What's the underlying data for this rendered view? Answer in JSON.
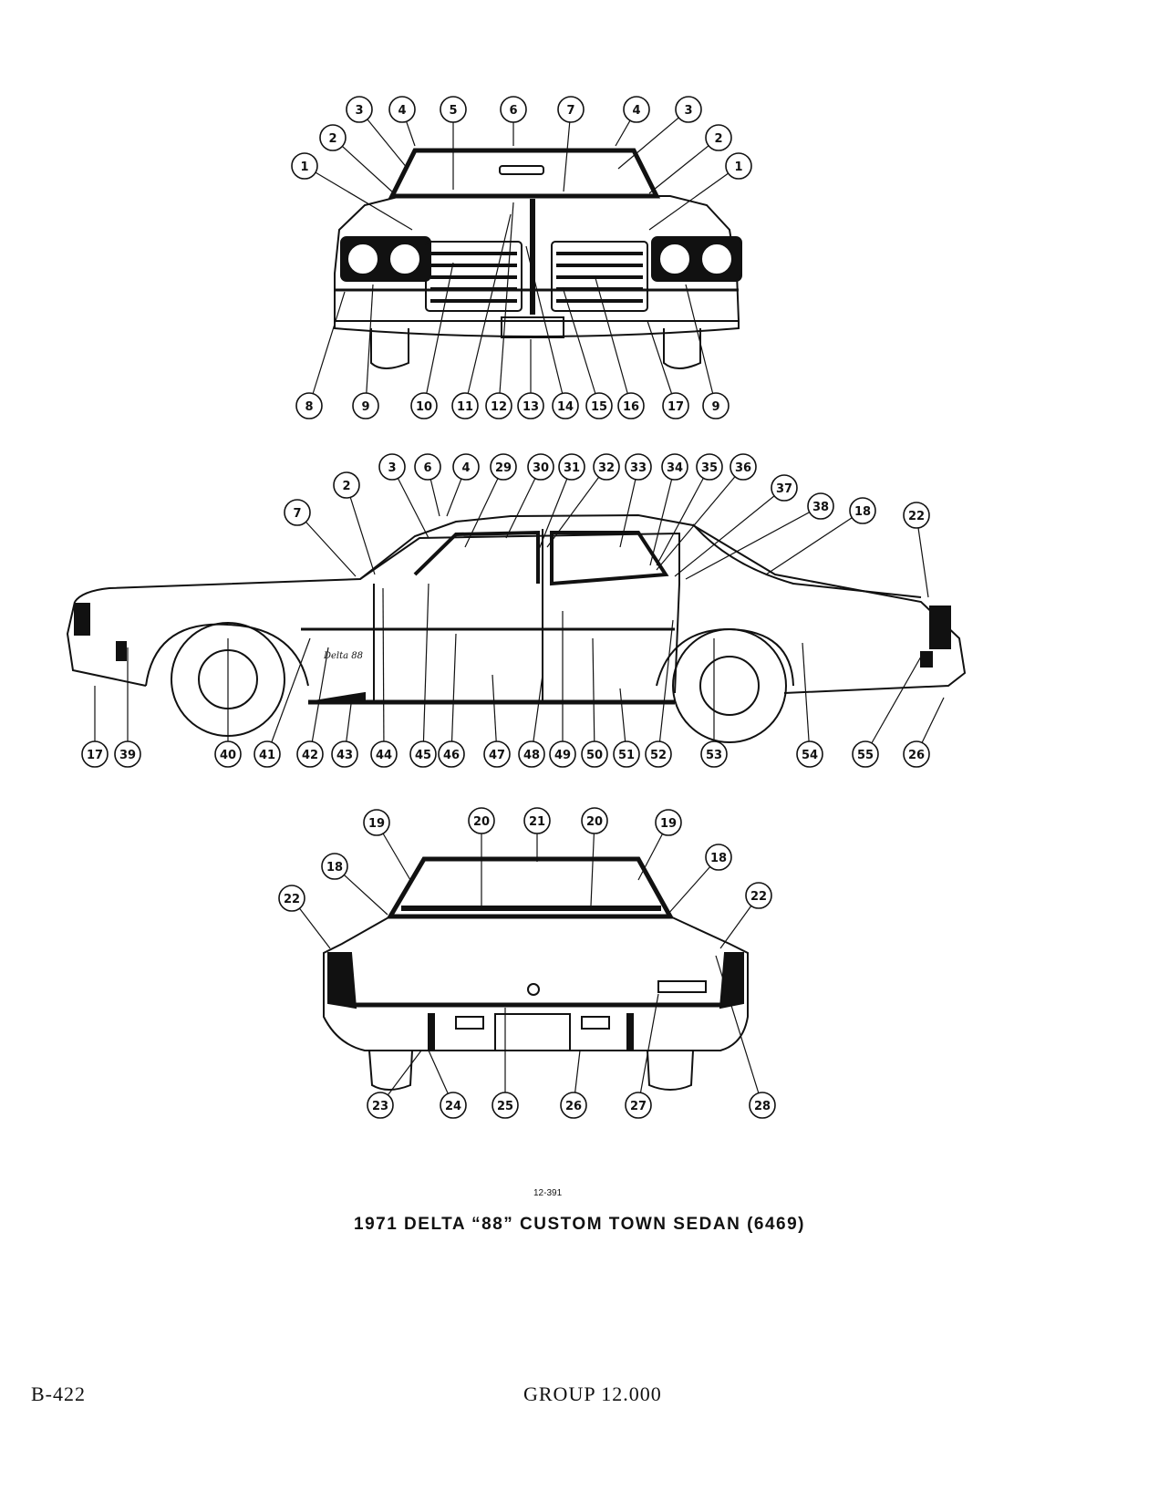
{
  "callouts": {
    "front": [
      "1",
      "1",
      "2",
      "2",
      "3",
      "3",
      "4",
      "4",
      "5",
      "6",
      "7",
      "8",
      "9",
      "9",
      "10",
      "11",
      "12",
      "13",
      "14",
      "15",
      "16",
      "17"
    ],
    "side": [
      "2",
      "3",
      "4",
      "6",
      "7",
      "17",
      "18",
      "22",
      "26",
      "29",
      "30",
      "31",
      "32",
      "33",
      "34",
      "35",
      "36",
      "37",
      "38",
      "39",
      "40",
      "41",
      "42",
      "43",
      "44",
      "45",
      "46",
      "47",
      "48",
      "49",
      "50",
      "51",
      "52",
      "53",
      "54",
      "55"
    ],
    "rear": [
      "18",
      "18",
      "19",
      "19",
      "20",
      "20",
      "21",
      "22",
      "22",
      "23",
      "24",
      "25",
      "26",
      "27",
      "28"
    ]
  },
  "figure_code": "12-391",
  "caption": "1971 DELTA “88” CUSTOM TOWN SEDAN (6469)",
  "footer": {
    "page": "B-422",
    "group": "GROUP 12.000"
  }
}
